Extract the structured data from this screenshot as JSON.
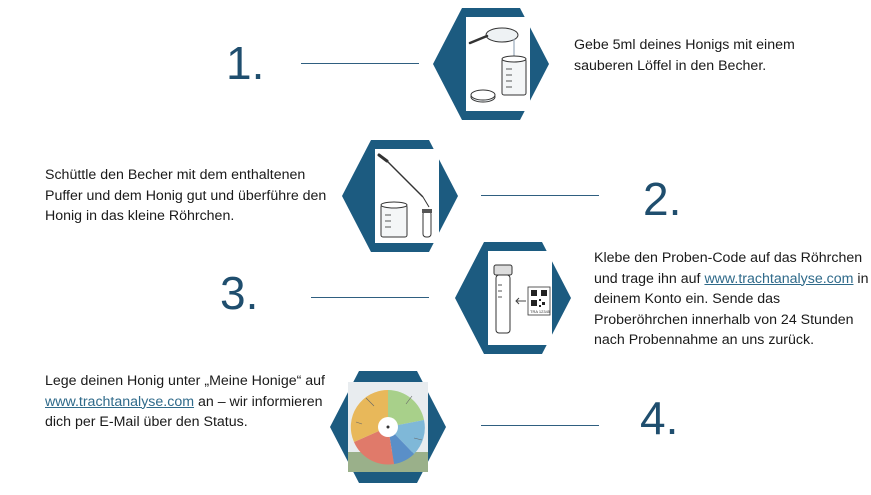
{
  "steps": [
    {
      "number": "1.",
      "icon": "spoon-honey-cup-icon",
      "text": "Gebe 5ml deines Honigs mit einem sauberen Löffel in den Becher."
    },
    {
      "number": "2.",
      "icon": "pipette-cup-tube-icon",
      "text": "Schüttle den Becher mit dem enthaltenen Puffer und dem Honig gut und überführe den Honig in das kleine Röhrchen."
    },
    {
      "number": "3.",
      "icon": "tube-qr-code-icon",
      "text_before": "Klebe den Proben-Code auf das Röhrchen und trage ihn auf ",
      "link": "www.trachtanalyse.com",
      "text_after": " in deinem Konto ein. Sende das Proberöhrchen innerhalb von 24 Stunden nach Probennahme an uns zurück.",
      "qr_label": "TRA 12345"
    },
    {
      "number": "4.",
      "icon": "pollen-pie-chart-icon",
      "text_before": "Lege deinen Honig unter „Meine Honige“ auf ",
      "link": "www.trachtanalyse.com",
      "text_after": " an – wir informieren dich per E-Mail über den Status."
    }
  ],
  "colors": {
    "hexagon": "#1c5b80",
    "number": "#1f4e6e",
    "link": "#2f6a8a"
  }
}
